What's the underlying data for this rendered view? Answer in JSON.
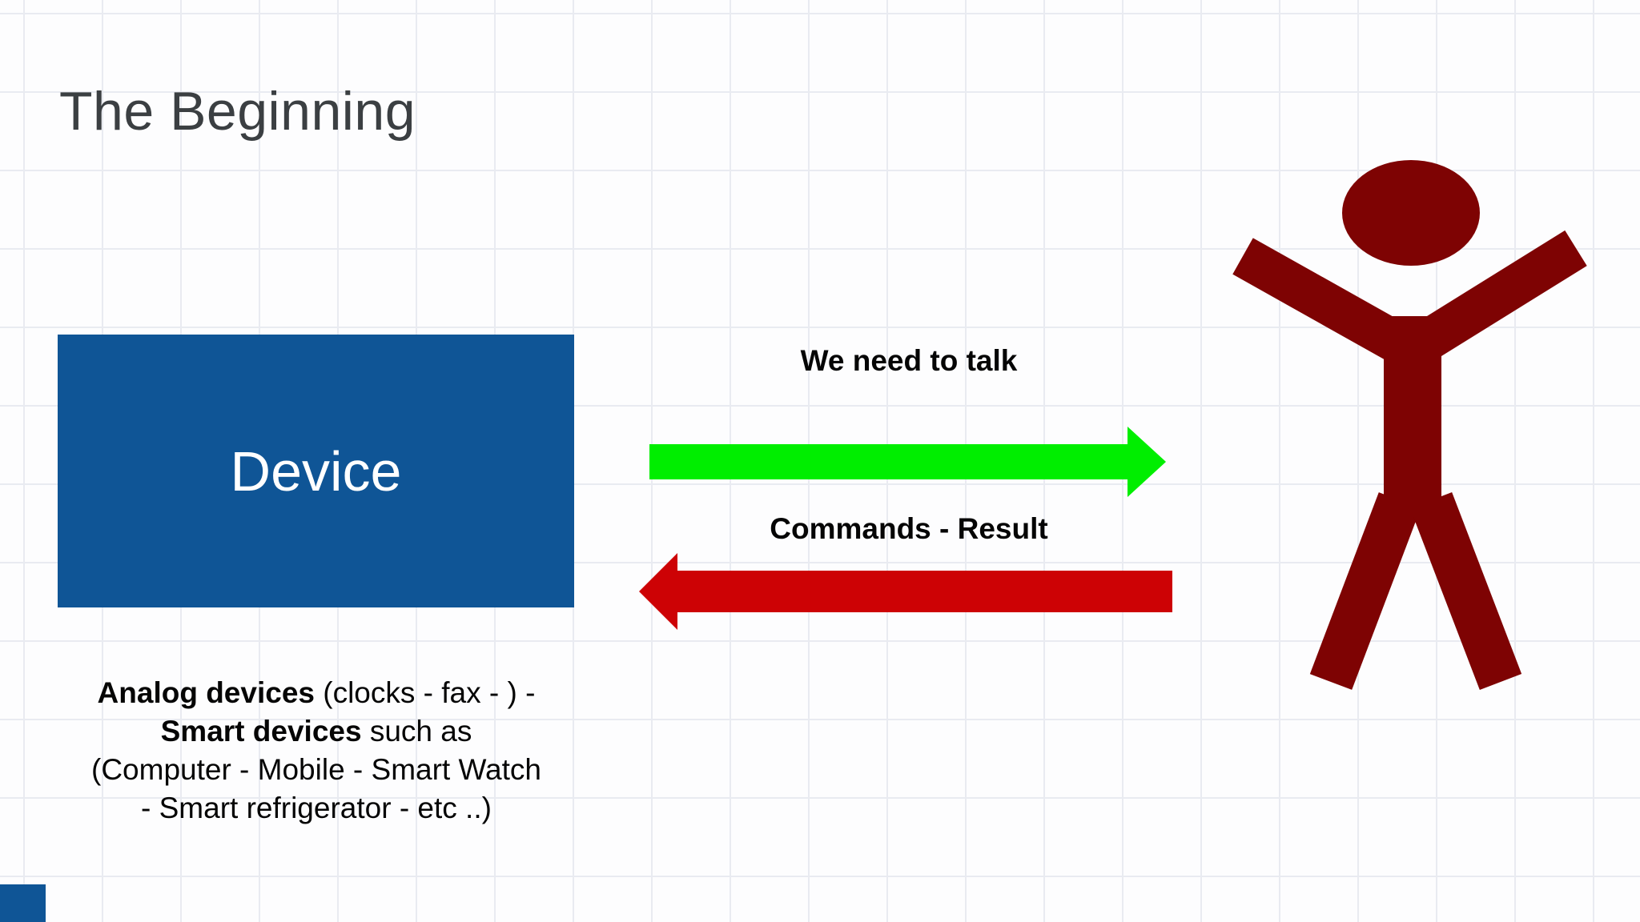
{
  "slide": {
    "title": "The Beginning",
    "device_box": {
      "label": "Device"
    },
    "request_flow": {
      "label": "We need to talk"
    },
    "response_flow": {
      "label": "Commands - Result"
    },
    "caption": {
      "line1_bold": "Analog devices",
      "line1_regular": " (clocks - fax - ) -",
      "line2_bold": "Smart devices",
      "line2_regular": " such as",
      "line3": "(Computer - Mobile - Smart Watch",
      "line4": "- Smart refrigerator - etc ..)"
    },
    "colors": {
      "device_box_blue": "#0f5596",
      "arrow_green": "#00ee00",
      "arrow_red": "#cd0205",
      "figure_dark_red": "#7e0303",
      "title_gray": "#3b3f42",
      "grid_line": "#e9ebf1",
      "background": "#fdfdfe"
    }
  }
}
